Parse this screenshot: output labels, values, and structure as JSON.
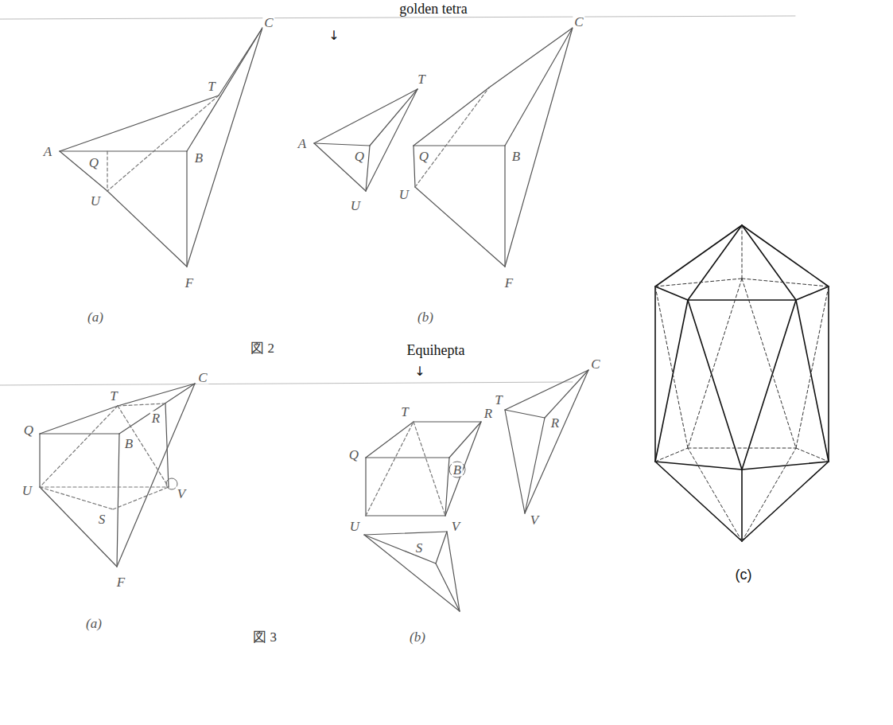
{
  "diagram": {
    "labels": [
      "golden tetra",
      "↓",
      "T",
      "C",
      "A",
      "Q",
      "B",
      "U",
      "F",
      "(a)",
      "T",
      "C",
      "A",
      "Q",
      "U",
      "Q",
      "B",
      "U",
      "F",
      "(b)",
      "図 2",
      "Equihepta",
      "↓",
      "T",
      "R",
      "C",
      "Q",
      "B",
      "U",
      "V",
      "S",
      "F",
      "(a)",
      "図 3",
      "C",
      "T",
      "R",
      "V",
      "T",
      "R",
      "Q",
      "B",
      "U",
      "V",
      "S",
      "(b)",
      "(c)"
    ]
  }
}
